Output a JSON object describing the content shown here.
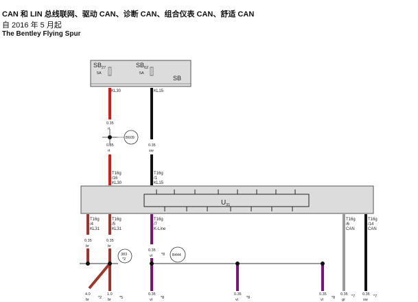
{
  "header": {
    "title": "CAN 和 LIN 总线联网、驱动 CAN、诊断 CAN、组合仪表 CAN、舒适 CAN",
    "since": "自 2016 年 5 月起",
    "model": "The Bentley Flying Spur"
  },
  "fuse_box": {
    "fuse1_base": "SB",
    "fuse1_sub": "27",
    "fuse1_rating": "5A",
    "fuse2_base": "SB",
    "fuse2_sub": "62",
    "fuse2_rating": "5A",
    "box_label": "SB"
  },
  "connectors": {
    "kl30": "KL30",
    "kl15": "KL15",
    "b609": "B609",
    "t16g": "T16g",
    "pin16": "/16",
    "pin1": "/1",
    "pin4": "/4",
    "pin5": "/5",
    "pin7": "/7",
    "pin6": "/6",
    "pin14": "/14",
    "kl31": "KL31",
    "kline": "K-Line",
    "can": "CAN",
    "ecu_base": "U",
    "ecu_sub": "31",
    "b444": "B444",
    "g383_base": "383",
    "g383_sub": "*2"
  },
  "wires": {
    "gauge_035": "0.35",
    "gauge_40": "4.0",
    "gauge_10": "1.0",
    "rt": "rt",
    "sw": "sw",
    "br": "br",
    "vi": "vi",
    "gr": "gr",
    "sw_star": "sw",
    "n2": "*2",
    "n5": "*5",
    "n6": "*6",
    "n7": "*7",
    "n8": "*8"
  },
  "colors": {
    "red": "#e01818",
    "black": "#111111",
    "brown": "#a3342a",
    "violet": "#7d137a",
    "grey": "#9a9a9a",
    "box_fill": "#dcdcdc"
  }
}
